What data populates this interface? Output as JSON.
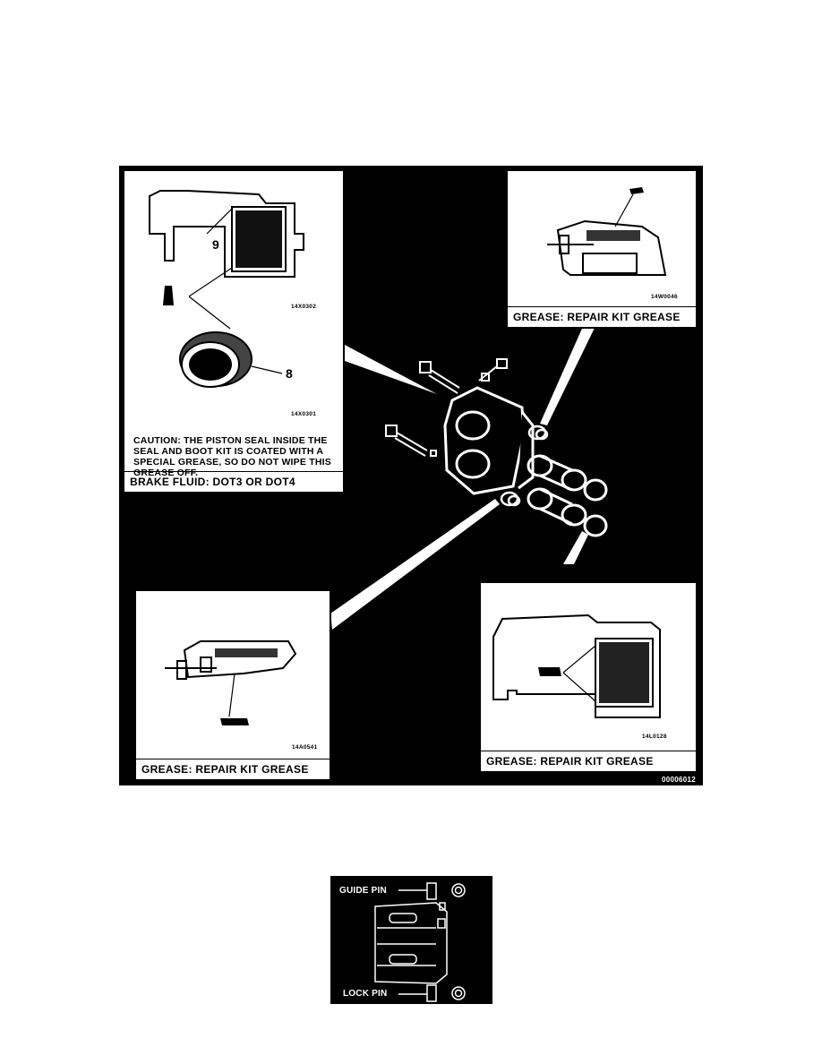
{
  "main_figure": {
    "figure_code": "00006012",
    "inset_brake_fluid": {
      "callout_9": "9",
      "callout_8": "8",
      "code_top": "14X0302",
      "code_bottom": "14X0301",
      "caution": "CAUTION: THE PISTON SEAL INSIDE THE SEAL AND BOOT KIT IS COATED WITH A SPECIAL GREASE, SO DO NOT WIPE THIS GREASE OFF.",
      "caption": "BRAKE FLUID: DOT3 OR DOT4"
    },
    "inset_top_right": {
      "code": "14W0046",
      "caption": "GREASE: REPAIR KIT GREASE"
    },
    "inset_bottom_left": {
      "code": "14A0541",
      "caption": "GREASE: REPAIR KIT GREASE"
    },
    "inset_bottom_right": {
      "code": "14L0128",
      "caption": "GREASE: REPAIR KIT GREASE"
    }
  },
  "pin_figure": {
    "guide_pin_label": "GUIDE PIN",
    "lock_pin_label": "LOCK PIN"
  }
}
